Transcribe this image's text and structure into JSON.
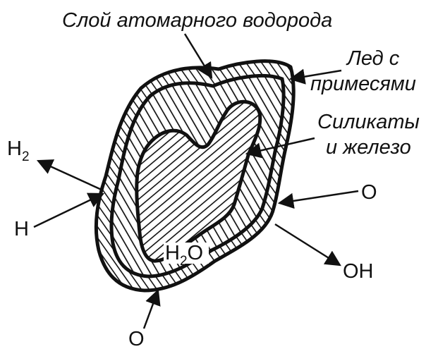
{
  "labels": {
    "atomic_hydrogen_layer": "Слой атомарного водорода",
    "ice_line1": "Лед с",
    "ice_line2": "примесями",
    "silicates_line1": "Силикаты",
    "silicates_line2": "и железо",
    "h2_main": "H",
    "h2_sub": "2",
    "h_atom": "H",
    "o_right": "O",
    "oh_right": "OH",
    "water_main": "H",
    "water_sub": "2",
    "water_tail": "O",
    "o_bottom": "O"
  },
  "colors": {
    "ink": "#111111",
    "background": "#ffffff"
  }
}
